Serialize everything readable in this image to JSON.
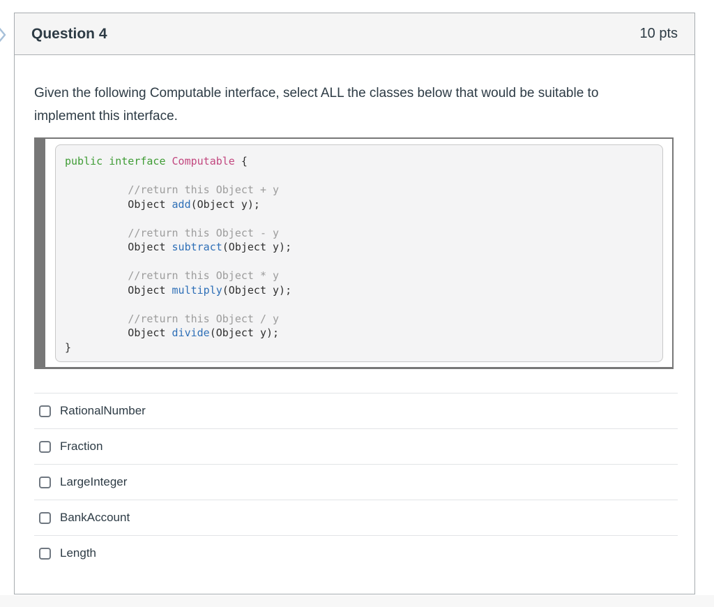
{
  "header": {
    "title": "Question 4",
    "points": "10 pts"
  },
  "prompt": "Given the following Computable interface, select ALL the classes below that would be suitable to implement this interface.",
  "code": {
    "language": "java",
    "lines": [
      [
        {
          "t": "public interface ",
          "c": "kw"
        },
        {
          "t": "Computable",
          "c": "cls"
        },
        {
          "t": " {",
          "c": "pl"
        }
      ],
      [],
      [
        {
          "t": "          ",
          "c": "pl"
        },
        {
          "t": "//return this Object + y",
          "c": "cm"
        }
      ],
      [
        {
          "t": "          Object ",
          "c": "pl"
        },
        {
          "t": "add",
          "c": "fn"
        },
        {
          "t": "(Object y);",
          "c": "pl"
        }
      ],
      [],
      [
        {
          "t": "          ",
          "c": "pl"
        },
        {
          "t": "//return this Object - y",
          "c": "cm"
        }
      ],
      [
        {
          "t": "          Object ",
          "c": "pl"
        },
        {
          "t": "subtract",
          "c": "fn"
        },
        {
          "t": "(Object y);",
          "c": "pl"
        }
      ],
      [],
      [
        {
          "t": "          ",
          "c": "pl"
        },
        {
          "t": "//return this Object * y",
          "c": "cm"
        }
      ],
      [
        {
          "t": "          Object ",
          "c": "pl"
        },
        {
          "t": "multiply",
          "c": "fn"
        },
        {
          "t": "(Object y);",
          "c": "pl"
        }
      ],
      [],
      [
        {
          "t": "          ",
          "c": "pl"
        },
        {
          "t": "//return this Object / y",
          "c": "cm"
        }
      ],
      [
        {
          "t": "          Object ",
          "c": "pl"
        },
        {
          "t": "divide",
          "c": "fn"
        },
        {
          "t": "(Object y);",
          "c": "pl"
        }
      ],
      [
        {
          "t": "}",
          "c": "pl"
        }
      ]
    ]
  },
  "options": [
    {
      "label": "RationalNumber",
      "checked": false
    },
    {
      "label": "Fraction",
      "checked": false
    },
    {
      "label": "LargeInteger",
      "checked": false
    },
    {
      "label": "BankAccount",
      "checked": false
    },
    {
      "label": "Length",
      "checked": false
    }
  ],
  "icons": {
    "left_nav_chevron": "chevron-right"
  },
  "colors": {
    "ink": "#2d3b45",
    "header_bg": "#f5f5f5",
    "card_border": "#a6abaf",
    "code_frame": "#777777",
    "code_bg": "#f4f4f5",
    "keyword_green": "#3f9c35",
    "class_pink": "#c2477f",
    "method_blue": "#2e6fb7",
    "comment_gray": "#9c9c9c",
    "chevron_blue": "#a7c0d9"
  }
}
